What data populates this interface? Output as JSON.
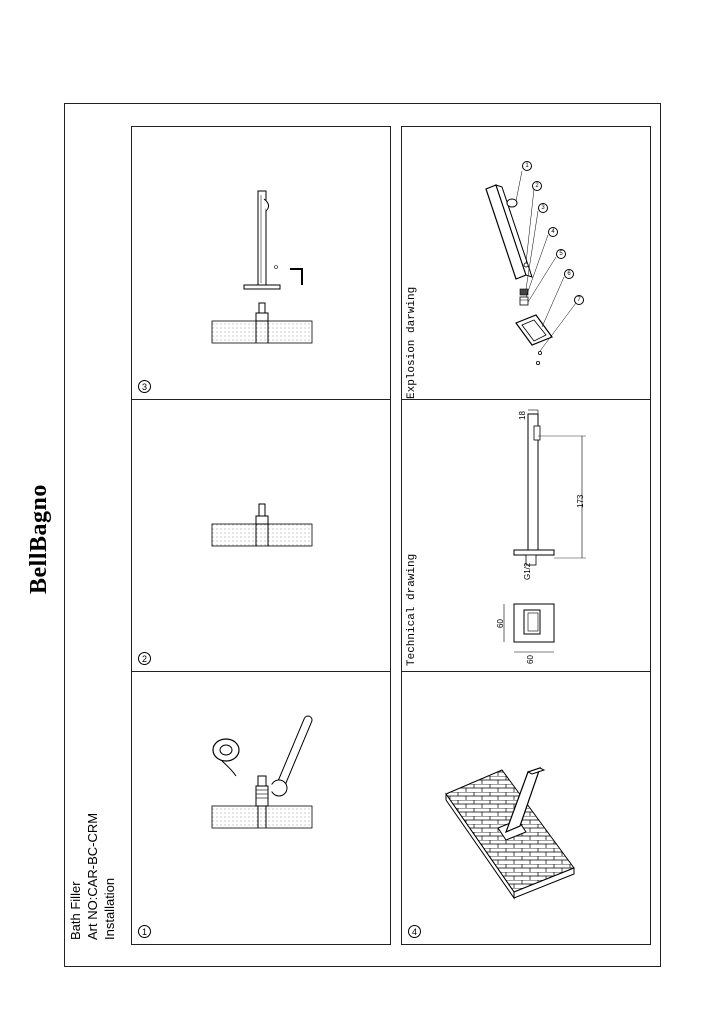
{
  "brand": {
    "logo_text": "BellBagno"
  },
  "header": {
    "product": "Bath Filler",
    "art_no": "Art NO:CAR-BC-CRM",
    "section": "Installation"
  },
  "steps": [
    {
      "number": "1",
      "caption": ""
    },
    {
      "number": "2",
      "caption": ""
    },
    {
      "number": "3",
      "caption": ""
    },
    {
      "number": "4",
      "caption": ""
    }
  ],
  "technical": {
    "label": "Technical drawing",
    "dims": {
      "length": "173",
      "thickness": "18",
      "plate_w": "60",
      "plate_h": "60",
      "thread": "G1/2"
    }
  },
  "explosion": {
    "label": "Explosion darwing",
    "callouts": [
      "1",
      "2",
      "3",
      "4",
      "5",
      "6",
      "7"
    ]
  },
  "colors": {
    "line": "#000000",
    "frame": "#222222",
    "fill": "#dddddd"
  }
}
